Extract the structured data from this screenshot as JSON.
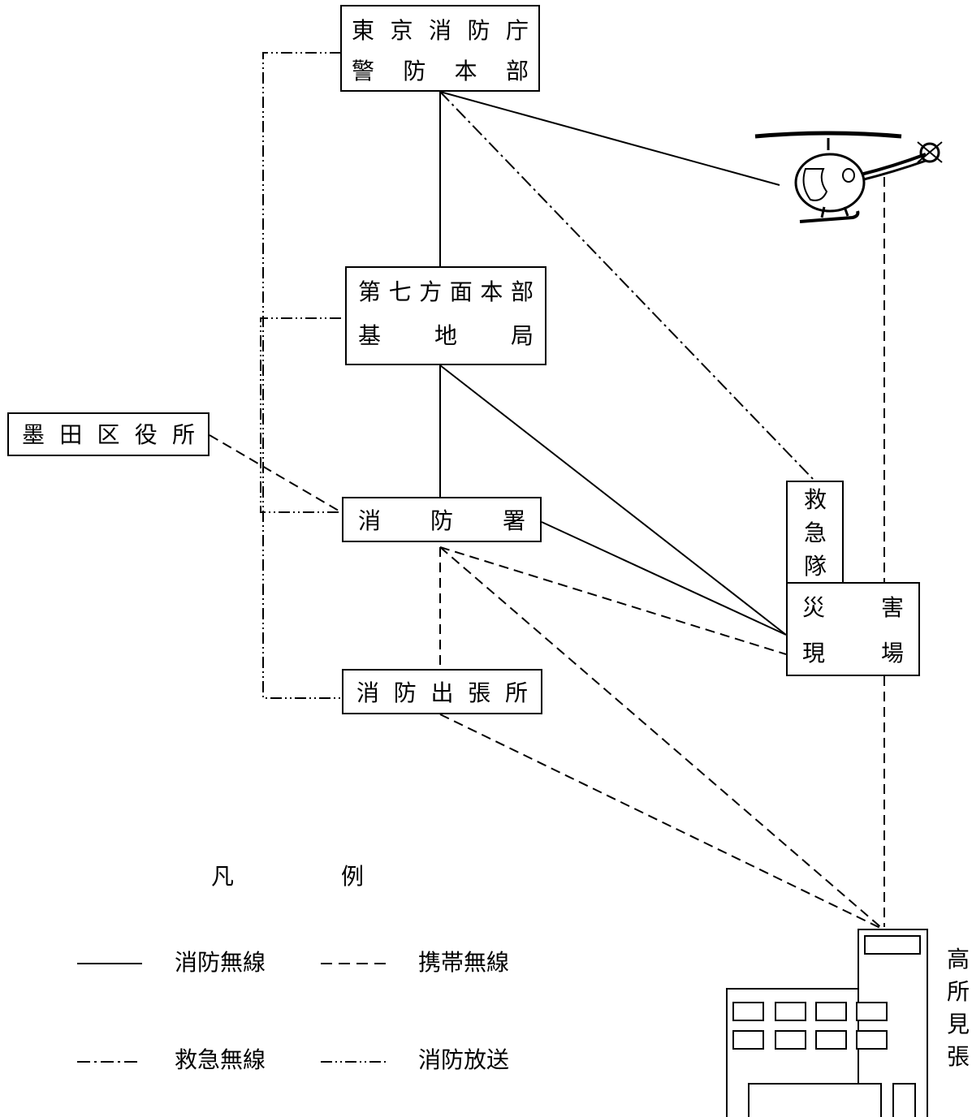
{
  "nodes": {
    "tokyo_hq": {
      "line1": [
        "東",
        "京",
        "消",
        "防",
        "庁"
      ],
      "line2": [
        "警",
        "防",
        "本",
        "部"
      ]
    },
    "dept7": {
      "line1": [
        "第",
        "七",
        "方",
        "面",
        "本",
        "部"
      ],
      "line2": [
        "基",
        "地",
        "局"
      ]
    },
    "sumida": [
      "墨",
      "田",
      "区",
      "役",
      "所"
    ],
    "fire_station": [
      "消",
      "防",
      "署"
    ],
    "branch": [
      "消",
      "防",
      "出",
      "張",
      "所"
    ],
    "ambulance": [
      "救",
      "急",
      "隊"
    ],
    "disaster_site": {
      "line1": [
        "災",
        "害"
      ],
      "line2": [
        "現",
        "場"
      ]
    },
    "lookout": [
      "高",
      "所",
      "見",
      "張"
    ]
  },
  "legend": {
    "title": [
      "凡",
      "例"
    ],
    "items": [
      {
        "label": "消防無線",
        "style": "solid"
      },
      {
        "label": "携帯無線",
        "style": "dashed"
      },
      {
        "label": "救急無線",
        "style": "dash-dot"
      },
      {
        "label": "消防放送",
        "style": "dash-dot-dot"
      }
    ]
  },
  "colors": {
    "line": "#000000",
    "background": "#ffffff"
  },
  "icons": {
    "helicopter": "helicopter-icon",
    "building": "building-icon"
  }
}
